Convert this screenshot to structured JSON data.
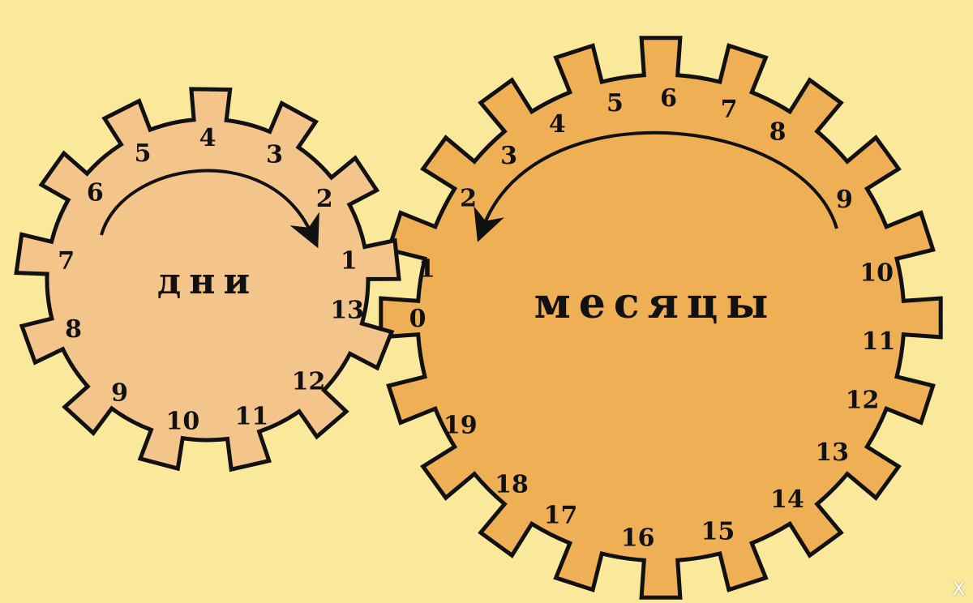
{
  "colors": {
    "background": "#fbe99b",
    "days_gear_fill": "#f4c58a",
    "months_gear_fill": "#eeaf55",
    "outline": "#111111"
  },
  "days_gear": {
    "label": "дни",
    "teeth": 13,
    "numbers": [
      "1",
      "2",
      "3",
      "4",
      "5",
      "6",
      "7",
      "8",
      "9",
      "10",
      "11",
      "12",
      "13"
    ],
    "arrow": "clockwise"
  },
  "months_gear": {
    "label": "месяцы",
    "teeth": 20,
    "numbers": [
      "1",
      "2",
      "3",
      "4",
      "5",
      "6",
      "7",
      "8",
      "9",
      "10",
      "11",
      "12",
      "13",
      "14",
      "15",
      "16",
      "17",
      "18",
      "19",
      "0"
    ],
    "arrow": "counter-clockwise"
  },
  "watermark": "X"
}
